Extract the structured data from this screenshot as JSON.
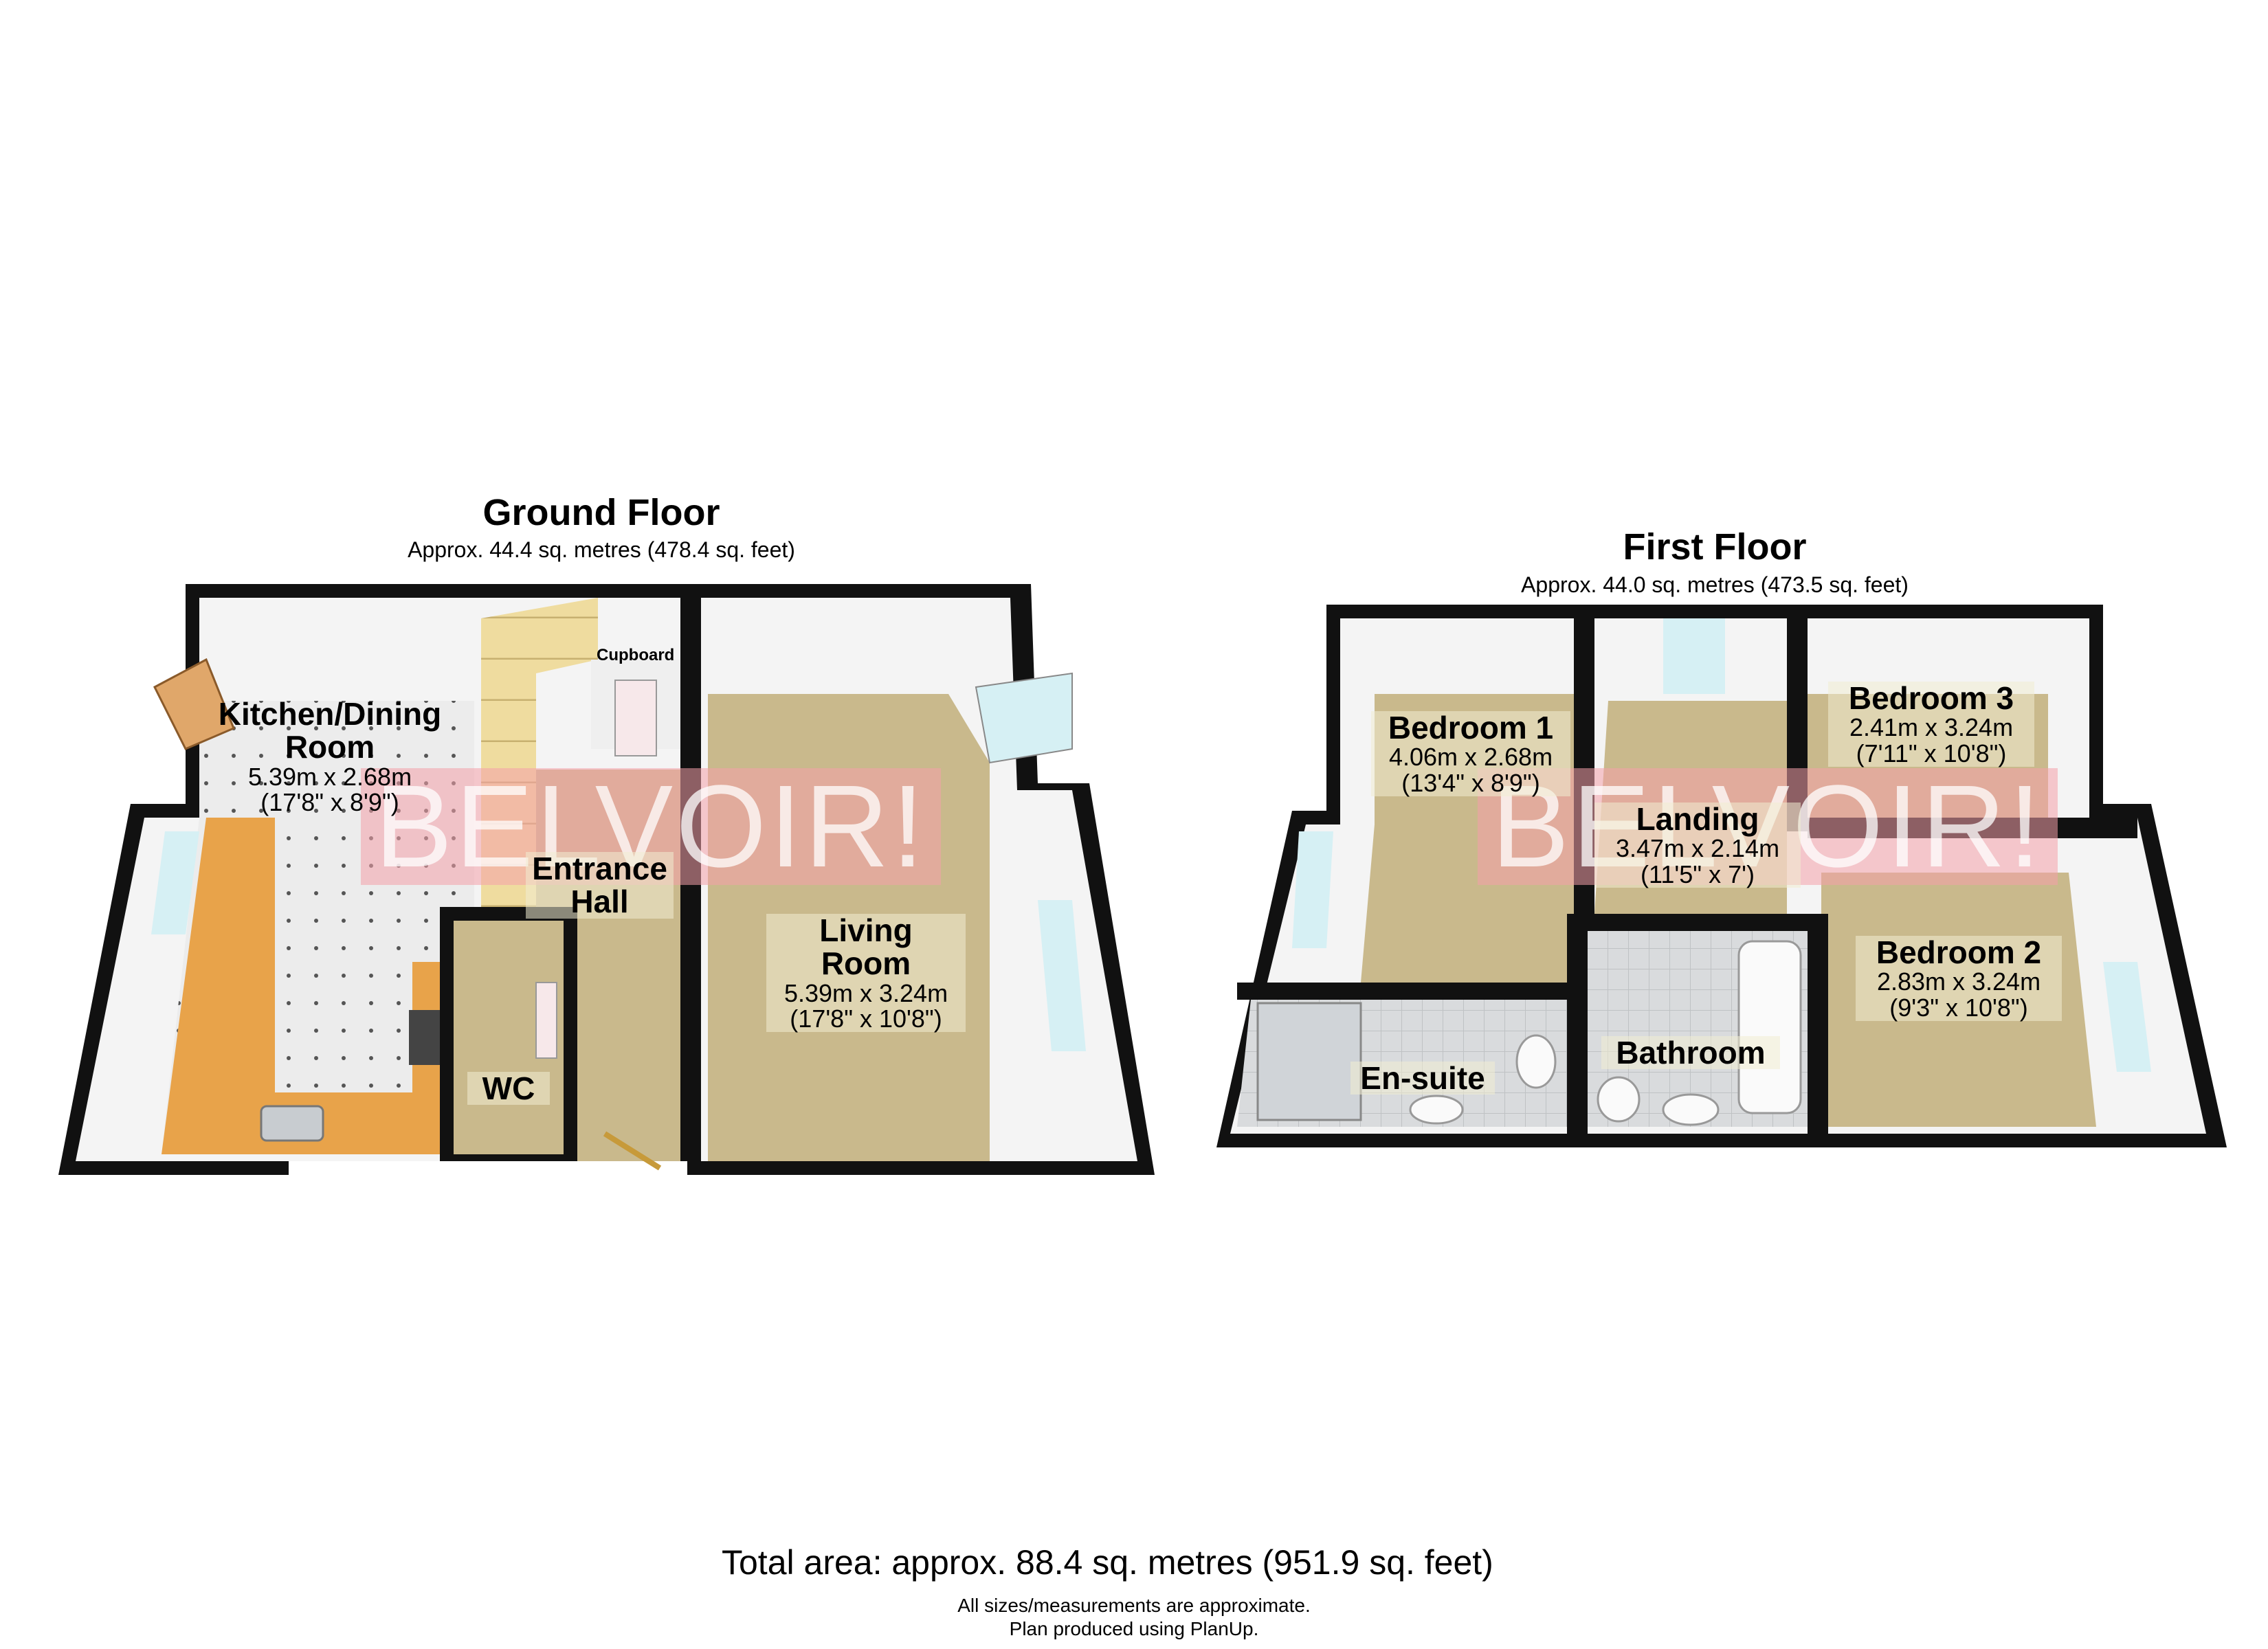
{
  "colors": {
    "wall": "#111111",
    "wall_face": "#f4f4f4",
    "carpet": "#c9b98c",
    "tile": "#e8e8e8",
    "worktop": "#e8a34a",
    "stairs": "#eedb9f",
    "window": "#d6f0f4",
    "watermark_bg": "#f4a0aa"
  },
  "ground_floor": {
    "title": "Ground Floor",
    "area": "Approx. 44.4 sq. metres (478.4 sq. feet)",
    "watermark": "BELVOIR!",
    "rooms": {
      "kitchen": {
        "name_line1": "Kitchen/Dining",
        "name_line2": "Room",
        "dim_m": "5.39m x 2.68m",
        "dim_ft": "(17'8\" x 8'9\")"
      },
      "cupboard": {
        "name": "Cupboard"
      },
      "entrance": {
        "name_line1": "Entrance",
        "name_line2": "Hall"
      },
      "living": {
        "name_line1": "Living",
        "name_line2": "Room",
        "dim_m": "5.39m x 3.24m",
        "dim_ft": "(17'8\" x 10'8\")"
      },
      "wc": {
        "name": "WC"
      }
    }
  },
  "first_floor": {
    "title": "First Floor",
    "area": "Approx. 44.0 sq. metres (473.5 sq. feet)",
    "watermark": "BELVOIR!",
    "rooms": {
      "bedroom1": {
        "name": "Bedroom 1",
        "dim_m": "4.06m x 2.68m",
        "dim_ft": "(13'4\" x 8'9\")"
      },
      "landing": {
        "name": "Landing",
        "dim_m": "3.47m x 2.14m",
        "dim_ft": "(11'5\" x 7')"
      },
      "bedroom3": {
        "name": "Bedroom 3",
        "dim_m": "2.41m x 3.24m",
        "dim_ft": "(7'11\" x 10'8\")"
      },
      "bedroom2": {
        "name": "Bedroom 2",
        "dim_m": "2.83m x 3.24m",
        "dim_ft": "(9'3\" x 10'8\")"
      },
      "ensuite": {
        "name": "En-suite"
      },
      "bathroom": {
        "name": "Bathroom"
      }
    }
  },
  "footer": {
    "total": "Total area: approx. 88.4 sq. metres (951.9 sq. feet)",
    "note1": "All sizes/measurements are approximate.",
    "note2": "Plan produced using PlanUp."
  }
}
